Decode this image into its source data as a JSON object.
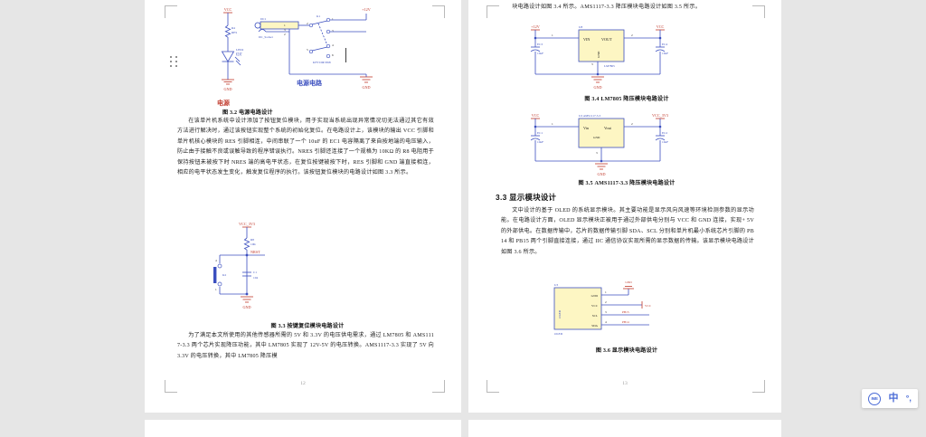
{
  "app": {
    "background_color": "#e6e6e6",
    "page_color": "#ffffff"
  },
  "left_page": {
    "page_number": "12",
    "figures": [
      {
        "id": "fig-3-2",
        "caption": "图 3.2  电源电路设计",
        "title_label": "电源电路",
        "group_label": "电源",
        "nets": [
          "VCC",
          "GND",
          "+12V"
        ],
        "parts": [
          {
            "ref": "R4",
            "value": "RES"
          },
          {
            "ref": "LED2",
            "value": "红灯"
          },
          {
            "ref": "DC1",
            "value": "DC_Socket"
          },
          {
            "ref": "K1",
            "value": "KFT DIP-8X8"
          }
        ],
        "pin_numbers": [
          "1",
          "2",
          "3",
          "4",
          "5",
          "6"
        ]
      },
      {
        "id": "fig-3-3",
        "caption": "图 3.3  按键复位模块电路设计",
        "nets": [
          "VCC_3V3",
          "NRST",
          "GND"
        ],
        "parts": [
          {
            "ref": "R8",
            "value": "10K"
          },
          {
            "ref": "C1",
            "value": "104"
          },
          {
            "ref": "K2",
            "value": ""
          }
        ]
      }
    ],
    "paragraphs": [
      "在该单片机系统中设计添加了按钮复位模块，用于实现当系统出现异常情况切无法通过其它有效方法进行解决时，通过该按钮实现整个系统的初始化复位。在电路设计上，该模块的输出 VCC 引脚和单片机核心模块的 RES 引脚相连，中间串联了一个 10uF 的 EC1 电容隔离了来自按地端的电压输入，防止由于接触不良或误触导致的程序错误执行。NRES 引脚还连接了一个规格为 10KΩ 的 R8 电阻用于保持按钮未被按下时 NRES 端的高电平状态，在复位按键被按下时，RES 引脚和 GND 端直接相连，相应的电平状态发生变化，触发复位程序的执行。该按钮复位模块的电路设计如图 3.3 所示。",
      "为了满足本文所使用的其他传感器所需的 5V 和 3.3V 的电压供电需求，通过 LM7805 和 AMS1117-3.3 两个芯片实现降压功能，其中 LM7805 实现了 12V-5V 的电压转换。AMS1117-3.3 实现了 5V 向 3.3V 的电压转换，其中 LM7805 降压模"
    ]
  },
  "right_page": {
    "page_number": "13",
    "paragraphs": [
      "块电路设计如图 3.4 所示。AMS1117-3.3 降压模块电路设计如图 3.5 所示。",
      "文中设计的基于 OLED 的系统显示模块。其主要功能是显示风向风速等环境检测参数的显示功能。在电路设计方面，OLED 显示模块正被用于通过外部供电分别与 VCC 和 GND 连接，实现+ 5V 的外部供电。在数据传输中，芯片的数据传输引脚 SDA、SCL 分别和单片机最小系统芯片引脚的 PB14 和 PB15 两个引脚直接连接，通过 IIC 通信协议实现所需的显示数据的传输。该显示模块电路设计如图 3.6 所示。"
    ],
    "section_heading": "3.3  显示模块设计",
    "figures": [
      {
        "id": "fig-3-4",
        "caption": "图 3.4 LM7805 降压模块电路设计",
        "chip_ref": "U8",
        "chip_name": "LM7805",
        "chip_pins": [
          "VIN",
          "VOUT",
          "GND"
        ],
        "nets": [
          "+12V",
          "VCC",
          "GND"
        ],
        "parts": [
          {
            "ref": "EC3",
            "value": "10uF"
          },
          {
            "ref": "EC4",
            "value": "10uF"
          }
        ],
        "pin_numbers": [
          "1",
          "2",
          "3"
        ]
      },
      {
        "id": "fig-3-5",
        "caption": "图 3.5 AMS1117-3.3 降压模块电路设计",
        "chip_ref": "U2",
        "chip_name": "AMS1117-3.3",
        "chip_pins": [
          "Vin",
          "Vout",
          "GND"
        ],
        "nets": [
          "VCC",
          "VCC_3V3",
          "GND"
        ],
        "parts": [
          {
            "ref": "EC1",
            "value": "10uF"
          },
          {
            "ref": "EC2",
            "value": "10uF"
          }
        ],
        "pin_numbers": [
          "1",
          "2",
          "3"
        ]
      },
      {
        "id": "fig-3-6",
        "caption": "图 3.6 显示模块电路设计",
        "chip_ref": "U3",
        "chip_name": "OLED",
        "chip_label_bottom": "OLED",
        "chip_pins": [
          "GND",
          "VCC",
          "SCL",
          "SDA"
        ],
        "nets": [
          "GND",
          "VCC",
          "PB15",
          "PB14"
        ],
        "pin_numbers": [
          "1",
          "2",
          "3",
          "4"
        ]
      }
    ]
  },
  "ime_toolbar": {
    "logo_text": "IME",
    "mode_label": "中",
    "punctuation_label": "°,"
  }
}
